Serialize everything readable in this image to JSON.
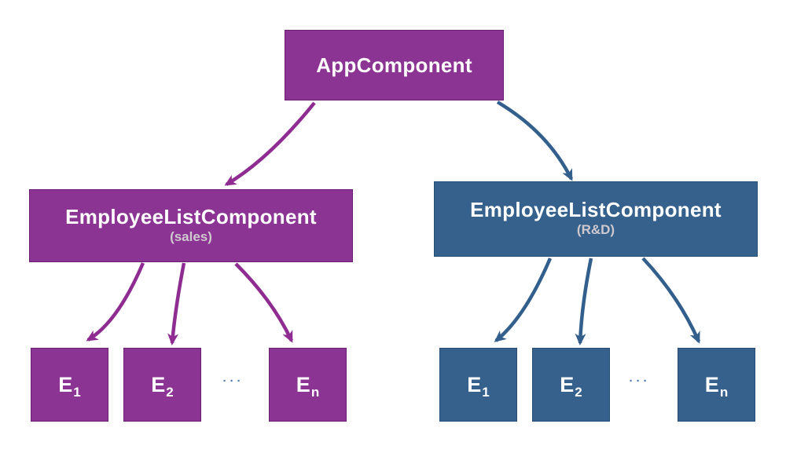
{
  "diagram": {
    "root": {
      "title": "AppComponent"
    },
    "branches": [
      {
        "title": "EmployeeListComponent",
        "subtitle": "(sales)",
        "children": [
          {
            "base": "E",
            "sub": "1"
          },
          {
            "base": "E",
            "sub": "2"
          },
          {
            "base": "E",
            "sub": "n"
          }
        ],
        "ellipsis": "···"
      },
      {
        "title": "EmployeeListComponent",
        "subtitle": "(R&D)",
        "children": [
          {
            "base": "E",
            "sub": "1"
          },
          {
            "base": "E",
            "sub": "2"
          },
          {
            "base": "E",
            "sub": "n"
          }
        ],
        "ellipsis": "···"
      }
    ],
    "colors": {
      "purple_fill": "#8c3494",
      "purple_border": "#6b1f72",
      "purple_arrow": "#8e2c92",
      "blue_fill": "#35618c",
      "blue_border": "#264d72",
      "blue_arrow": "#335f8d",
      "title_text": "#ffffff",
      "subtitle_text": "#cfc9cf",
      "ellipsis_text": "#4a7aad",
      "background": "#ffffff"
    }
  }
}
